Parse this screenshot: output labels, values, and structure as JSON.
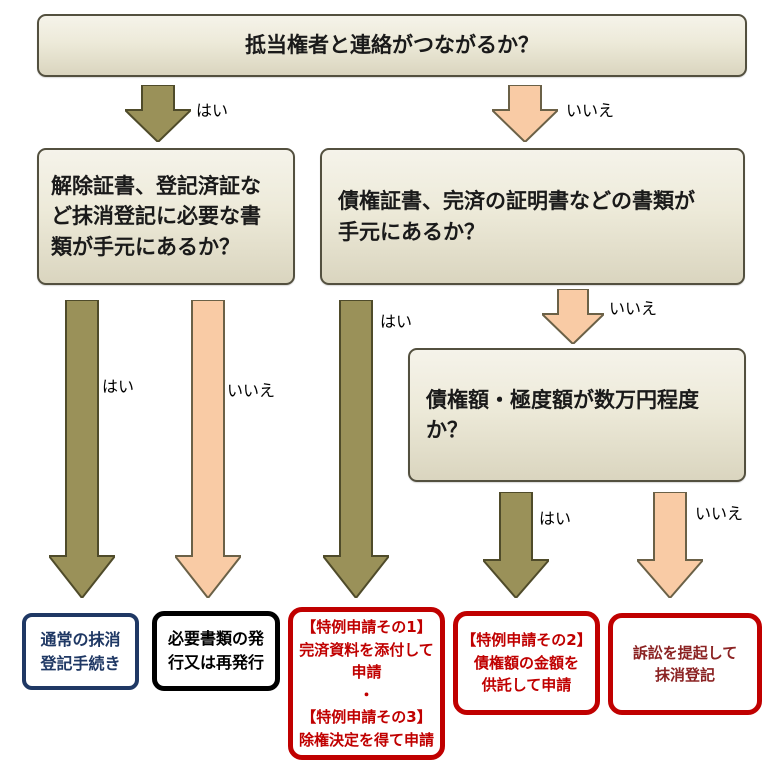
{
  "colors": {
    "background": "#ffffff",
    "box_fill_top": "#F5F3EA",
    "box_fill_bottom": "#DAD5BF",
    "box_border": "#53503F",
    "olive_arrow_fill": "#9A9159",
    "olive_arrow_border": "#4F4B2A",
    "peach_arrow_fill": "#F9CBA5",
    "peach_arrow_border": "#6B6147",
    "navy": "#1F3864",
    "black": "#000000",
    "red": "#C00000",
    "dark_red": "#8B2323"
  },
  "flow": {
    "questions": {
      "q1": {
        "text": "抵当権者と連絡がつながるか？"
      },
      "q2": {
        "text": "解除証書、登記済証な\nど抹消登記に必要な書\n類が手元にあるか？"
      },
      "q3": {
        "text": "債権証書、完済の証明書などの書類が\n手元にあるか？"
      },
      "q4": {
        "text": "債権額・極度額が数万円程度\nか？"
      }
    },
    "arrows": [
      {
        "name": "q1-yes-arrow",
        "label": "はい",
        "fill": "#9A9159",
        "stroke": "#4F4B2A"
      },
      {
        "name": "q1-no-arrow",
        "label": "いいえ",
        "fill": "#F9CBA5",
        "stroke": "#6B6147"
      },
      {
        "name": "q2-yes-arrow",
        "label": "はい",
        "fill": "#9A9159",
        "stroke": "#4F4B2A"
      },
      {
        "name": "q2-no-arrow",
        "label": "いいえ",
        "fill": "#F9CBA5",
        "stroke": "#6B6147"
      },
      {
        "name": "q3-yes-arrow",
        "label": "はい",
        "fill": "#9A9159",
        "stroke": "#4F4B2A"
      },
      {
        "name": "q3-no-arrow",
        "label": "いいえ",
        "fill": "#F9CBA5",
        "stroke": "#6B6147"
      },
      {
        "name": "q4-yes-arrow",
        "label": "はい",
        "fill": "#9A9159",
        "stroke": "#4F4B2A"
      },
      {
        "name": "q4-no-arrow",
        "label": "いいえ",
        "fill": "#F9CBA5",
        "stroke": "#6B6147"
      }
    ],
    "results": [
      {
        "style": "navy",
        "text": "通常の抹消\n登記手続き"
      },
      {
        "style": "black",
        "text": "必要書類の発\n行又は再発行"
      },
      {
        "style": "red",
        "text": "【特例申請その1】\n完済資料を添付して\n申請\n・\n【特例申請その3】\n除権決定を得て申請"
      },
      {
        "style": "red",
        "text": "【特例申請その2】\n債権額の金額を\n供託して申請"
      },
      {
        "style": "darkred",
        "text": "訴訟を提起して\n抹消登記"
      }
    ]
  }
}
